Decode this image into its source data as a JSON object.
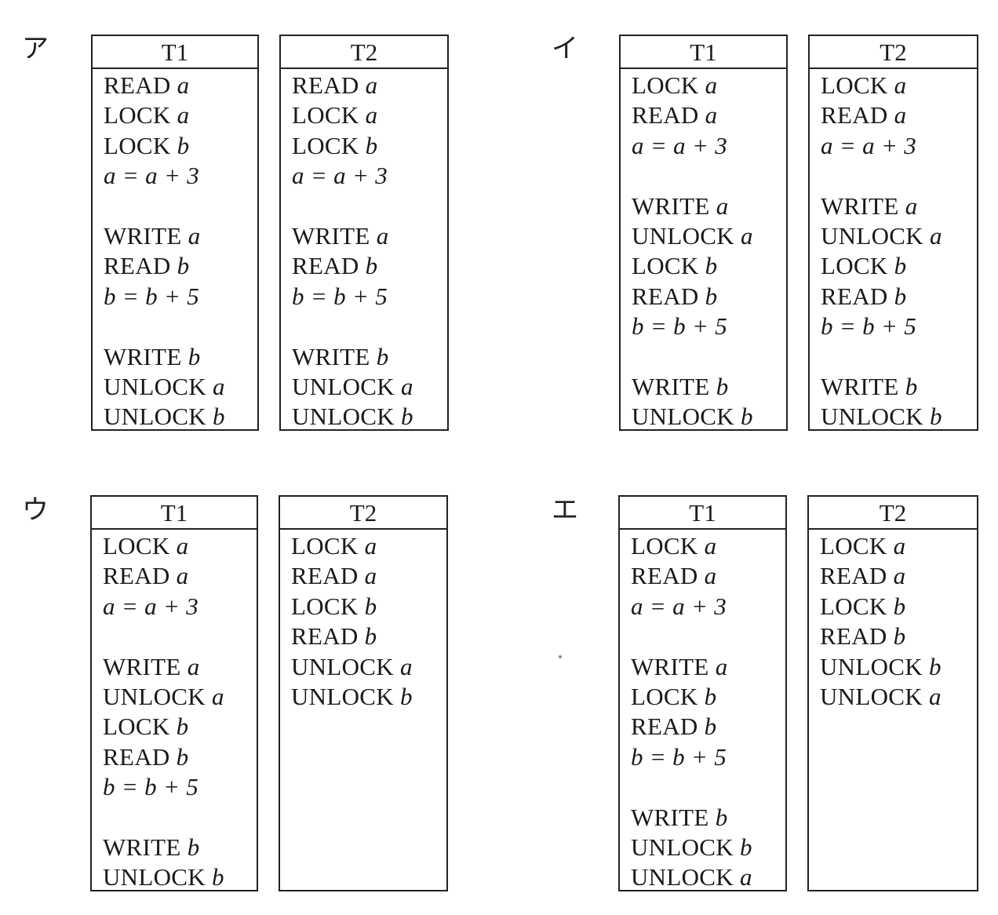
{
  "options": [
    {
      "label": "ア",
      "tables": [
        {
          "header": "T1",
          "lines": [
            {
              "kw": "READ",
              "var": "a"
            },
            {
              "kw": "LOCK",
              "var": "a"
            },
            {
              "kw": "LOCK",
              "var": "b"
            },
            {
              "expr": "a = a + 3"
            },
            {
              "blank": true
            },
            {
              "kw": "WRITE",
              "var": "a"
            },
            {
              "kw": "READ",
              "var": "b"
            },
            {
              "expr": "b = b + 5"
            },
            {
              "blank": true
            },
            {
              "kw": "WRITE",
              "var": "b"
            },
            {
              "kw": "UNLOCK",
              "var": "a"
            },
            {
              "kw": "UNLOCK",
              "var": "b"
            }
          ]
        },
        {
          "header": "T2",
          "lines": [
            {
              "kw": "READ",
              "var": "a"
            },
            {
              "kw": "LOCK",
              "var": "a"
            },
            {
              "kw": "LOCK",
              "var": "b"
            },
            {
              "expr": "a = a + 3"
            },
            {
              "blank": true
            },
            {
              "kw": "WRITE",
              "var": "a"
            },
            {
              "kw": "READ",
              "var": "b"
            },
            {
              "expr": "b = b + 5"
            },
            {
              "blank": true
            },
            {
              "kw": "WRITE",
              "var": "b"
            },
            {
              "kw": "UNLOCK",
              "var": "a"
            },
            {
              "kw": "UNLOCK",
              "var": "b"
            }
          ]
        }
      ]
    },
    {
      "label": "イ",
      "tables": [
        {
          "header": "T1",
          "lines": [
            {
              "kw": "LOCK",
              "var": "a"
            },
            {
              "kw": "READ",
              "var": "a"
            },
            {
              "expr": "a = a + 3"
            },
            {
              "blank": true
            },
            {
              "kw": "WRITE",
              "var": "a"
            },
            {
              "kw": "UNLOCK",
              "var": "a"
            },
            {
              "kw": "LOCK",
              "var": "b"
            },
            {
              "kw": "READ",
              "var": "b"
            },
            {
              "expr": "b = b + 5"
            },
            {
              "blank": true
            },
            {
              "kw": "WRITE",
              "var": "b"
            },
            {
              "kw": "UNLOCK",
              "var": "b"
            }
          ]
        },
        {
          "header": "T2",
          "lines": [
            {
              "kw": "LOCK",
              "var": "a"
            },
            {
              "kw": "READ",
              "var": "a"
            },
            {
              "expr": "a = a + 3"
            },
            {
              "blank": true
            },
            {
              "kw": "WRITE",
              "var": "a"
            },
            {
              "kw": "UNLOCK",
              "var": "a"
            },
            {
              "kw": "LOCK",
              "var": "b"
            },
            {
              "kw": "READ",
              "var": "b"
            },
            {
              "expr": "b = b + 5"
            },
            {
              "blank": true
            },
            {
              "kw": "WRITE",
              "var": "b"
            },
            {
              "kw": "UNLOCK",
              "var": "b"
            }
          ]
        }
      ]
    },
    {
      "label": "ウ",
      "tables": [
        {
          "header": "T1",
          "lines": [
            {
              "kw": "LOCK",
              "var": "a"
            },
            {
              "kw": "READ",
              "var": "a"
            },
            {
              "expr": "a = a + 3"
            },
            {
              "blank": true
            },
            {
              "kw": "WRITE",
              "var": "a"
            },
            {
              "kw": "UNLOCK",
              "var": "a"
            },
            {
              "kw": "LOCK",
              "var": "b"
            },
            {
              "kw": "READ",
              "var": "b"
            },
            {
              "expr": "b = b + 5"
            },
            {
              "blank": true
            },
            {
              "kw": "WRITE",
              "var": "b"
            },
            {
              "kw": "UNLOCK",
              "var": "b"
            }
          ]
        },
        {
          "header": "T2",
          "lines": [
            {
              "kw": "LOCK",
              "var": "a"
            },
            {
              "kw": "READ",
              "var": "a"
            },
            {
              "kw": "LOCK",
              "var": "b"
            },
            {
              "kw": "READ",
              "var": "b"
            },
            {
              "kw": "UNLOCK",
              "var": "a"
            },
            {
              "kw": "UNLOCK",
              "var": "b"
            }
          ]
        }
      ]
    },
    {
      "label": "エ",
      "tables": [
        {
          "header": "T1",
          "lines": [
            {
              "kw": "LOCK",
              "var": "a"
            },
            {
              "kw": "READ",
              "var": "a"
            },
            {
              "expr": "a = a + 3"
            },
            {
              "blank": true
            },
            {
              "kw": "WRITE",
              "var": "a"
            },
            {
              "kw": "LOCK",
              "var": "b"
            },
            {
              "kw": "READ",
              "var": "b"
            },
            {
              "expr": "b = b + 5"
            },
            {
              "blank": true
            },
            {
              "kw": "WRITE",
              "var": "b"
            },
            {
              "kw": "UNLOCK",
              "var": "b"
            },
            {
              "kw": "UNLOCK",
              "var": "a"
            }
          ]
        },
        {
          "header": "T2",
          "lines": [
            {
              "kw": "LOCK",
              "var": "a"
            },
            {
              "kw": "READ",
              "var": "a"
            },
            {
              "kw": "LOCK",
              "var": "b"
            },
            {
              "kw": "READ",
              "var": "b"
            },
            {
              "kw": "UNLOCK",
              "var": "b"
            },
            {
              "kw": "UNLOCK",
              "var": "a"
            }
          ]
        }
      ]
    }
  ]
}
